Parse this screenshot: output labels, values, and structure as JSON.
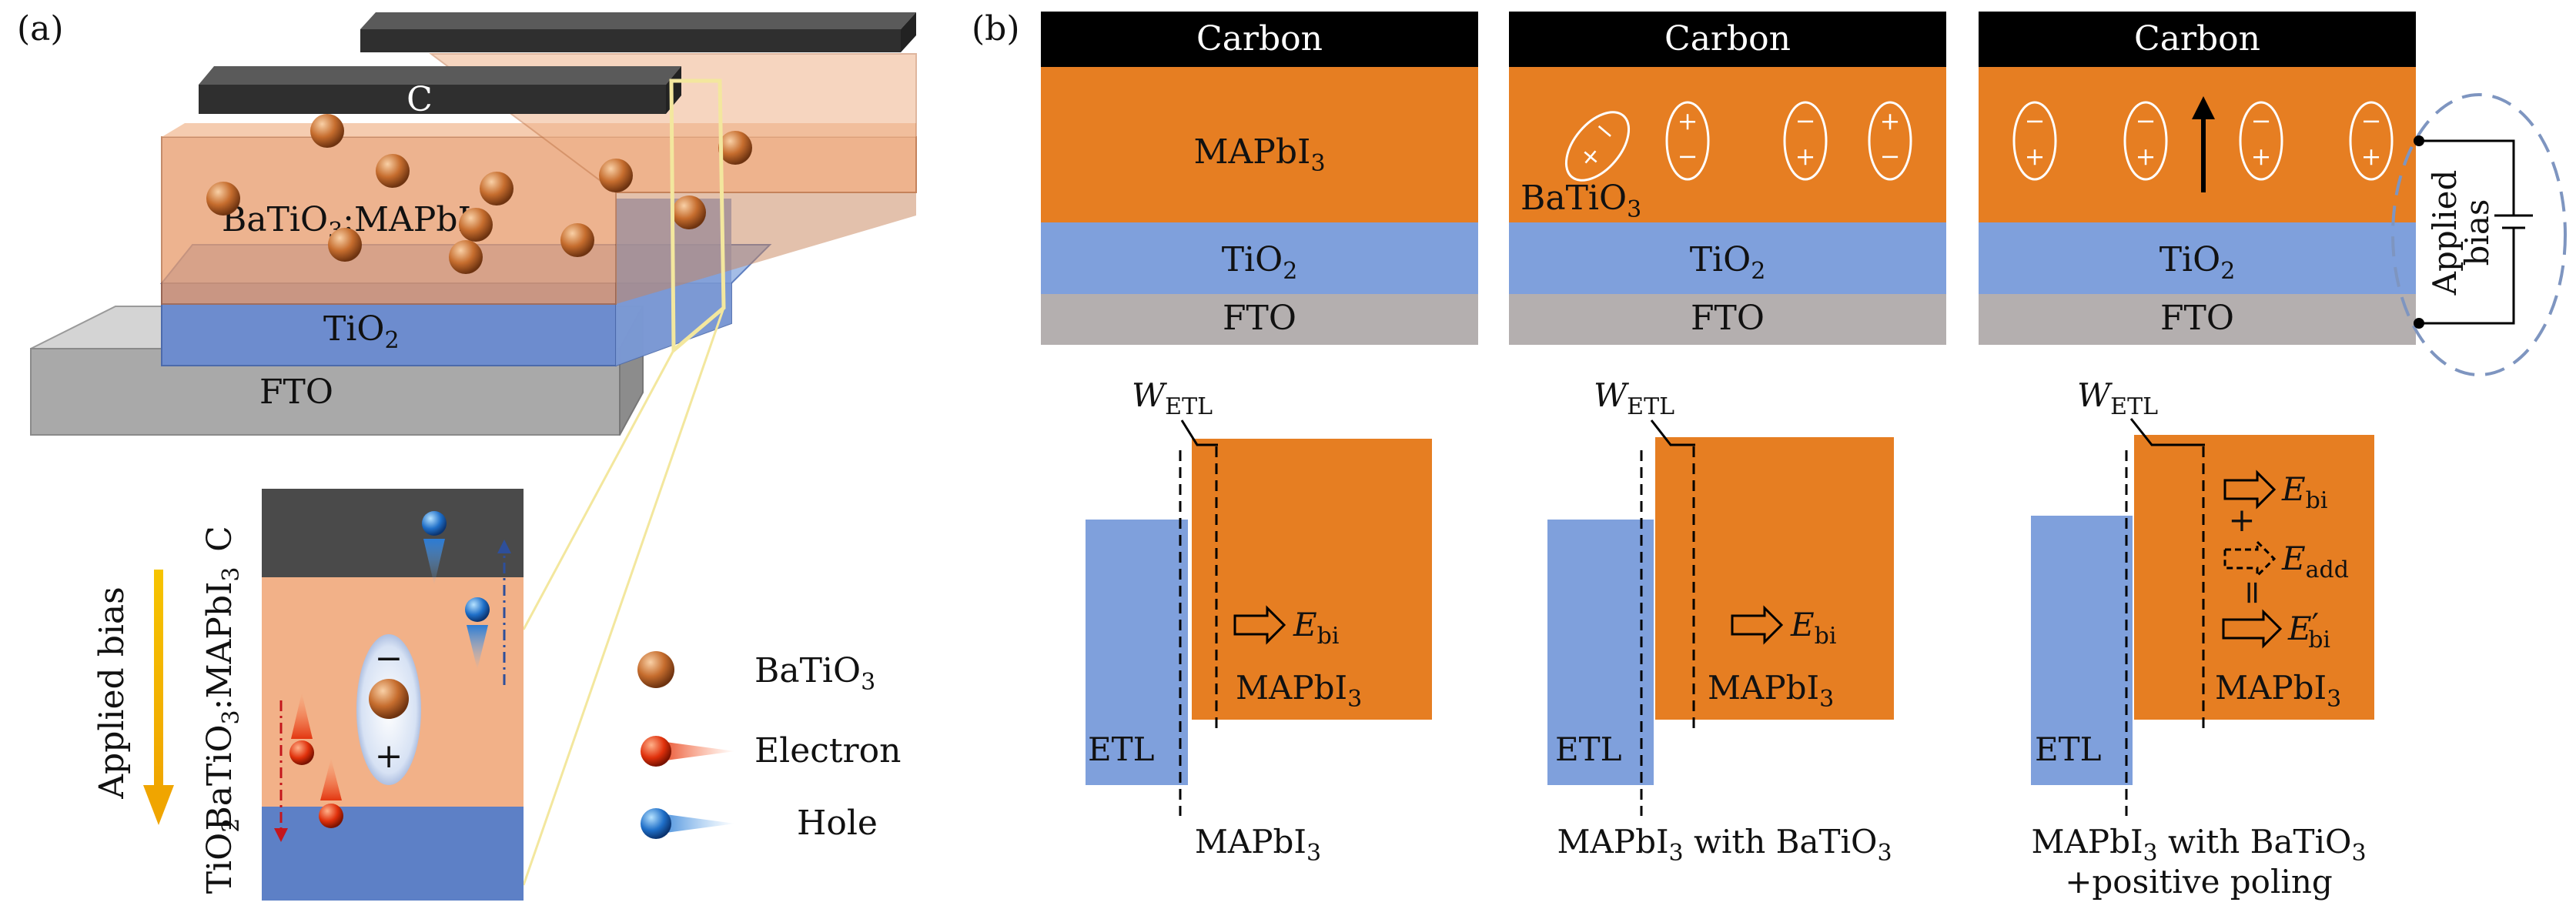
{
  "panel_a": {
    "tag": "(a)",
    "layers": {
      "carbon": "C",
      "composite_main": "BaTiO",
      "composite_sub": "3",
      "composite_tail": ":MAPbI",
      "composite_sub2": "3",
      "tio2_main": "TiO",
      "tio2_sub": "2",
      "fto": "FTO"
    },
    "zoom": {
      "side_c": "C",
      "side_mid_main": "BaTiO",
      "side_mid_sub": "3",
      "side_mid_tail": ":MAPbI",
      "side_mid_sub2": "3",
      "side_tio2_main": "TiO",
      "side_tio2_sub": "2",
      "minus": "−",
      "plus": "+"
    },
    "applied_bias": "Applied bias",
    "legend": [
      {
        "label_main": "BaTiO",
        "label_sub": "3",
        "icon": "batio3-particle-icon"
      },
      {
        "label_main": "Electron",
        "label_sub": "",
        "icon": "electron-icon"
      },
      {
        "label_main": "Hole",
        "label_sub": "",
        "icon": "hole-icon"
      }
    ]
  },
  "panel_b": {
    "tag": "(b)",
    "devices": [
      {
        "carbon": "Carbon",
        "absorber_main": "MAPbI",
        "absorber_sub": "3",
        "tio2_main": "TiO",
        "tio2_sub": "2",
        "fto": "FTO",
        "batio3_main": "",
        "batio3_sub": ""
      },
      {
        "carbon": "Carbon",
        "absorber_main": "",
        "absorber_sub": "",
        "tio2_main": "TiO",
        "tio2_sub": "2",
        "fto": "FTO",
        "batio3_main": "BaTiO",
        "batio3_sub": "3"
      },
      {
        "carbon": "Carbon",
        "absorber_main": "",
        "absorber_sub": "",
        "tio2_main": "TiO",
        "tio2_sub": "2",
        "fto": "FTO",
        "batio3_main": "",
        "batio3_sub": ""
      }
    ],
    "applied_bias_line1": "Applied",
    "applied_bias_line2": "bias",
    "bands": [
      {
        "w_main": "W",
        "w_sub": "ETL",
        "e_main": "E",
        "e_sub": "bi",
        "absorber_main": "MAPbI",
        "absorber_sub": "3",
        "etl": "ETL",
        "caption_main": "MAPbI",
        "caption_sub": "3",
        "caption_tail": "",
        "caption_line2": ""
      },
      {
        "w_main": "W",
        "w_sub": "ETL",
        "e_main": "E",
        "e_sub": "bi",
        "absorber_main": "MAPbI",
        "absorber_sub": "3",
        "etl": "ETL",
        "caption_main": "MAPbI",
        "caption_sub": "3",
        "caption_tail": " with BaTiO",
        "caption_sub2": "3",
        "caption_line2": ""
      },
      {
        "w_main": "W",
        "w_sub": "ETL",
        "e_main": "E",
        "e_sub": "bi",
        "eadd_main": "E",
        "eadd_sub": "add",
        "eprime_main": "E",
        "eprime_sub": "bi",
        "eprime_sup": "′",
        "plus": "+",
        "equals": "=",
        "absorber_main": "MAPbI",
        "absorber_sub": "3",
        "etl": "ETL",
        "caption_main": "MAPbI",
        "caption_sub": "3",
        "caption_tail": " with BaTiO",
        "caption_sub2": "3",
        "caption_line2": "+positive poling"
      }
    ]
  }
}
